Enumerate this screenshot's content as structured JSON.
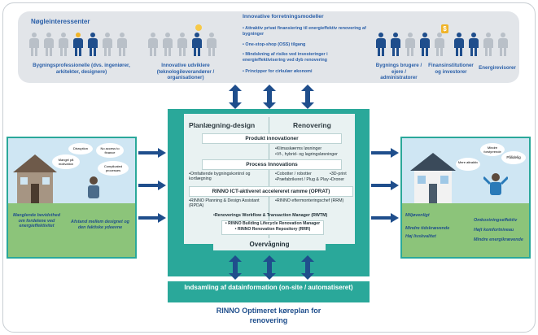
{
  "stakeholders": {
    "title": "Nøgleinteressenter",
    "group1_label": "Bygningsprofessionelle (dvs. ingeniører, arkitekter, designere)",
    "group2_label": "Innovative udviklere (teknologileverandører / organisationer)",
    "group3_label": "Bygnings brugere / ejere / administratorer",
    "group4_label": "Finansinstitutioner og investorer",
    "group5_label": "Energirevisorer"
  },
  "business_models": {
    "title": "Innovative forretningsmodeller",
    "items": [
      "• Attraktiv privat finansiering til energieffektiv renovering af bygninger",
      "• One-stop-shop (OSS) tilgang",
      "• Mindskning af risiko ved investeringer i energieffektivisering ved dyb renovering",
      "• Principper for cirkulær økonomi"
    ]
  },
  "center": {
    "col1_header": "Planlægning-design",
    "col2_header": "Renovering",
    "product_innovations": "Produkt innovationer",
    "product_items": [
      "•Klimaskærms løsninger",
      "•Vf-, hybrid- og lagringsløsninger"
    ],
    "process_innovations": "Process Innovations",
    "process_left": [
      "•Omfattende bygningskontrol og kortlægning"
    ],
    "process_right_a": [
      "•Cobotter / robotter",
      "•Præfabrikeret / Plug & Play"
    ],
    "process_right_b": [
      "•3D-print",
      "•Droner"
    ],
    "oprat": "RINNO ICT-aktiveret accelereret ramme (OPRAT)",
    "rpda": "•RINNO Planning & Design Assistant (RPDA)",
    "rrm": "•RINNO eftermonteringschef (RRM)",
    "rwtm": "•Renoverings Workflow & Transaction Manager (RWTM)",
    "rlrm": "• RINNO Building Lifecycle Renovation Manager",
    "rrr": "• RINNO Renovation Repository (RRR)",
    "monitoring": "Overvågning"
  },
  "data_collection": "Indsamling af datainformation (on-site / automatiseret)",
  "roadmap_title_1": "RINNO Optimeret køreplan for",
  "roadmap_title_2": "renovering",
  "left_scene": {
    "bubbles": [
      "Mangel på motivation",
      "Disruption",
      "No access to finance",
      "Complicated processes"
    ],
    "caption_a": "Manglende bevidsthed om fordelene ved energieffektivitet",
    "caption_b": "Afstand mellem designet og den faktiske ydeevne"
  },
  "right_scene": {
    "bubbles": [
      "Mindre forstyrrende",
      "Mere attraktiv",
      "Pålidelig"
    ],
    "captions_left": [
      "Miljøvenligt",
      "Mindre tidskrævende",
      "Høj livskvalitet"
    ],
    "captions_right": [
      "Omkostningseffektiv",
      "Højt komfortniveau",
      "Mindre energikrævende"
    ]
  },
  "colors": {
    "teal": "#2aa89a",
    "navy_arrow": "#1f4e8c",
    "title_blue": "#2a5fa8"
  }
}
